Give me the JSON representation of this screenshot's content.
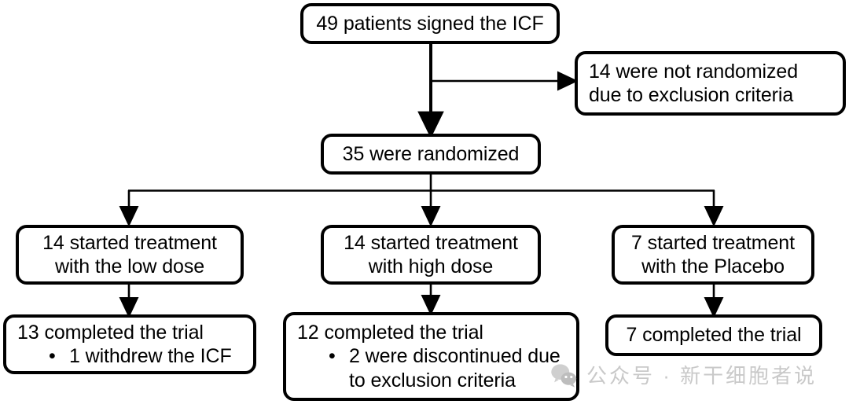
{
  "figure": {
    "type": "flowchart",
    "description": "CONSORT-style patient disposition flow diagram",
    "colors": {
      "box_border": "#000000",
      "box_fill": "#ffffff",
      "connector": "#000000",
      "watermark_text": "#c9c9c9",
      "background": "#ffffff"
    }
  },
  "nodes": {
    "signed_icf": {
      "id": "node-icf",
      "lines": [
        "49 patients signed the ICF"
      ],
      "count": 49,
      "align": "center"
    },
    "not_randomized": {
      "id": "node-notrand",
      "lines": [
        "14 were not randomized",
        "due to exclusion criteria"
      ],
      "count": 14,
      "align": "left"
    },
    "randomized": {
      "id": "node-rand",
      "lines": [
        "35 were randomized"
      ],
      "count": 35,
      "align": "center"
    },
    "low_dose": {
      "id": "node-lowdose",
      "lines": [
        "14 started treatment",
        "with the low dose"
      ],
      "count": 14,
      "align": "center"
    },
    "high_dose": {
      "id": "node-highdose",
      "lines": [
        "14 started treatment",
        "with high dose"
      ],
      "count": 14,
      "align": "center"
    },
    "placebo": {
      "id": "node-placebo",
      "lines": [
        "7 started treatment",
        "with the Placebo"
      ],
      "count": 7,
      "align": "center"
    },
    "completed_low": {
      "id": "node-comp-low",
      "headline": "13 completed the trial",
      "count": 13,
      "bullets": [
        "1 withdrew the ICF"
      ],
      "bullet_glyph": "•",
      "align": "left"
    },
    "completed_high": {
      "id": "node-comp-high",
      "headline": "12 completed the trial",
      "count": 12,
      "bullets": [
        "2 were discontinued due"
      ],
      "bullet_continuation": "to exclusion criteria",
      "bullet_glyph": "•",
      "align": "left"
    },
    "completed_placebo": {
      "id": "node-comp-plac",
      "headline": "7 completed the trial",
      "count": 7,
      "align": "center"
    }
  },
  "edges": [
    {
      "name": "icf-to-randomized",
      "from": "signed_icf",
      "to": "randomized",
      "style": "thick-arrow"
    },
    {
      "name": "icf-to-not-randomized",
      "from": "signed_icf",
      "to": "not_randomized",
      "style": "thin-arrow"
    },
    {
      "name": "randomized-split",
      "from": "randomized",
      "to": [
        "low_dose",
        "high_dose",
        "placebo"
      ],
      "style": "thin-bracket-arrows"
    },
    {
      "name": "lowdose-to-completed",
      "from": "low_dose",
      "to": "completed_low",
      "style": "thin-arrow"
    },
    {
      "name": "highdose-to-completed",
      "from": "high_dose",
      "to": "completed_high",
      "style": "thin-arrow"
    },
    {
      "name": "placebo-to-completed",
      "from": "placebo",
      "to": "completed_placebo",
      "style": "thin-arrow"
    }
  ],
  "watermark": {
    "icon": "wechat-icon",
    "text": "公众号 · 新干细胞者说"
  }
}
